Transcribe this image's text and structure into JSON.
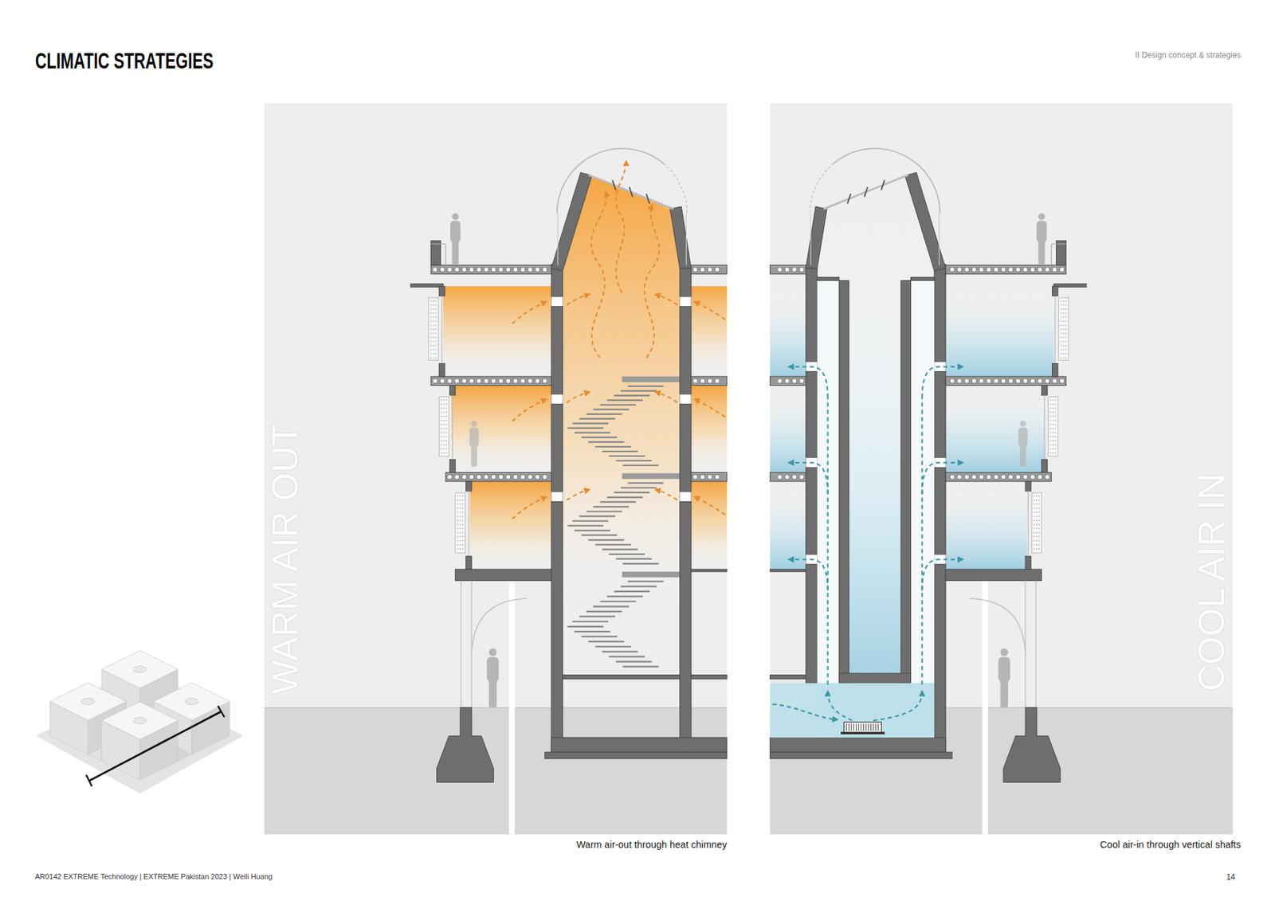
{
  "diagram": {
    "title": "CLIMATIC STRATEGIES",
    "labels": [
      "II Design concept & strategies",
      "WARM AIR OUT",
      "COOL AIR IN",
      "Warm air-out through heat chimney",
      "Cool air-in through vertical shafts",
      "AR0142 EXTREME Technology | EXTREME Pakistan 2023 | Weili Huang",
      "14"
    ]
  }
}
